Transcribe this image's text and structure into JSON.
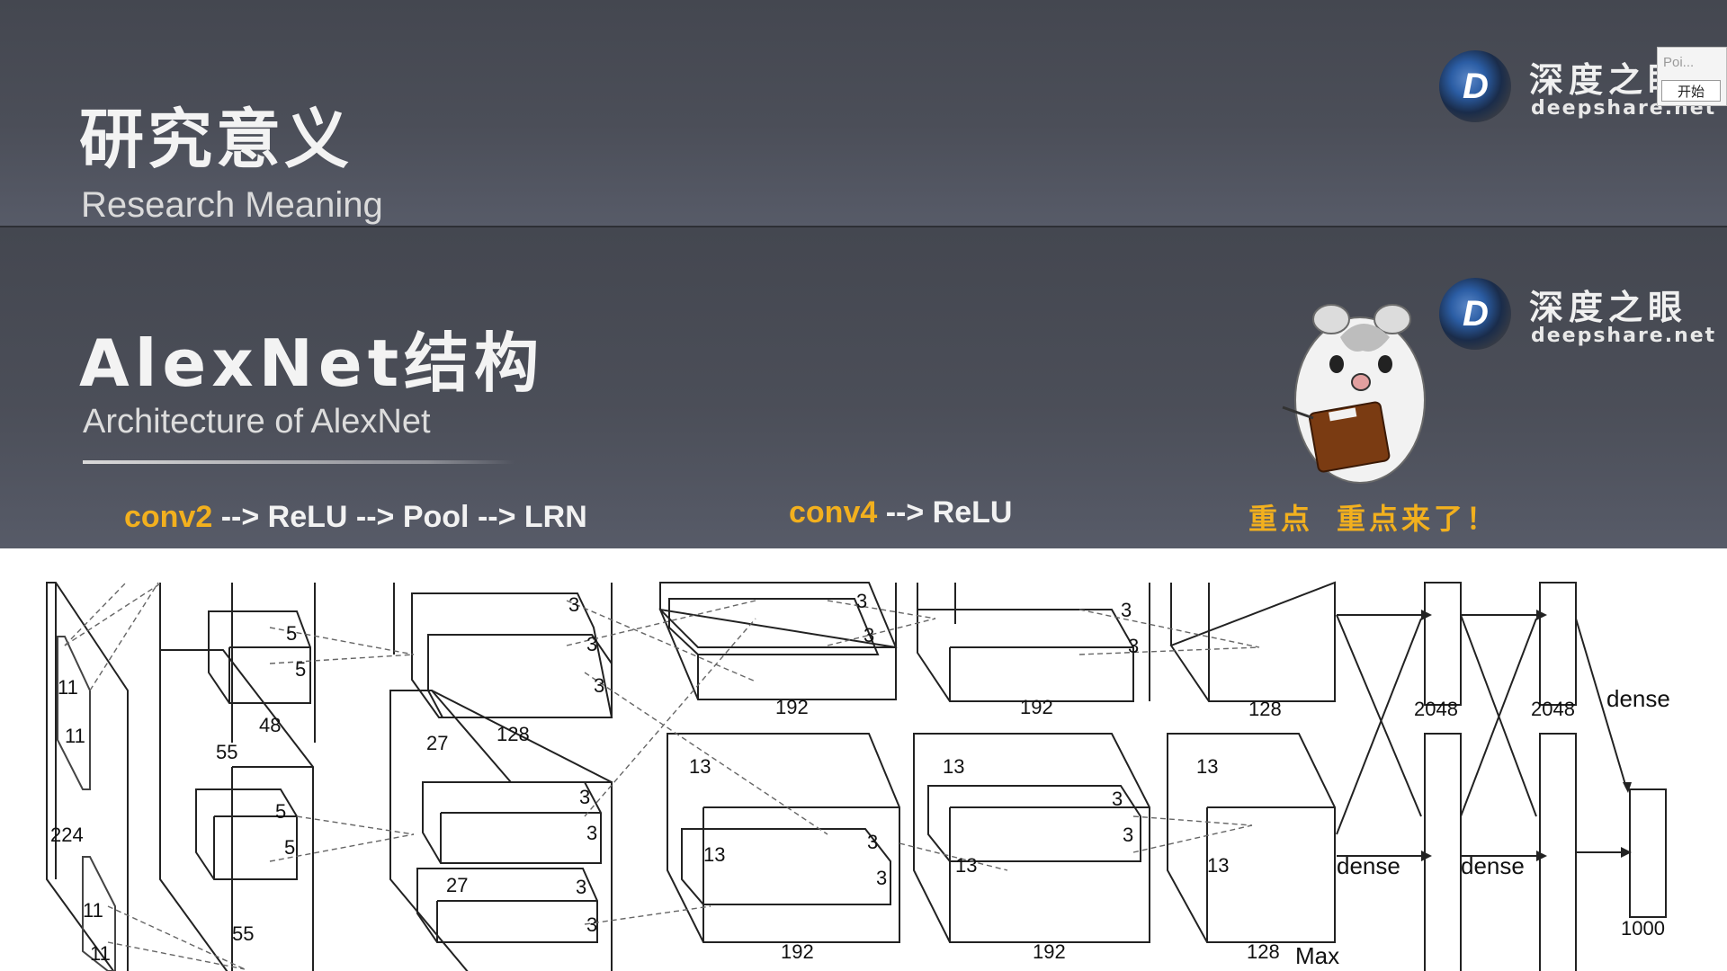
{
  "slide_top": {
    "title_zh": "研究意义",
    "title_en": "Research Meaning"
  },
  "slide_main": {
    "title_zh": "AlexNet结构",
    "title_en": "Architecture of AlexNet"
  },
  "logo": {
    "mark": "D",
    "name_zh": "深度之眼",
    "name_en": "deepshare.net"
  },
  "recorder_widget": {
    "label": "Poi...",
    "button": "开始"
  },
  "flow_notes": [
    {
      "highlight": "conv2",
      "rest": " --> ReLU --> Pool --> LRN"
    },
    {
      "highlight": "conv4",
      "rest": " --> ReLU"
    }
  ],
  "emphasis": [
    "重点",
    "重点来了！"
  ],
  "mascot_icon": "hamster-with-notebook",
  "diagram_labels": {
    "input_size": "224",
    "input_kernel_a": "11",
    "input_kernel_b": "11",
    "conv1_size": "55",
    "conv1_size_b": "55",
    "conv1_depth": "48",
    "conv2_kernel": "5",
    "conv2_size": "27",
    "conv2_depth": "128",
    "conv3_kernel": "3",
    "conv3_size": "13",
    "conv3_depth": "192",
    "conv4_depth": "192",
    "conv5_depth": "128",
    "fc_depth": "2048",
    "output": "1000",
    "dense": "dense",
    "max": "Max"
  },
  "colors": {
    "band_dark": "#444750",
    "highlight_yellow": "#f2b01e",
    "text_light": "#f3f3f3"
  }
}
